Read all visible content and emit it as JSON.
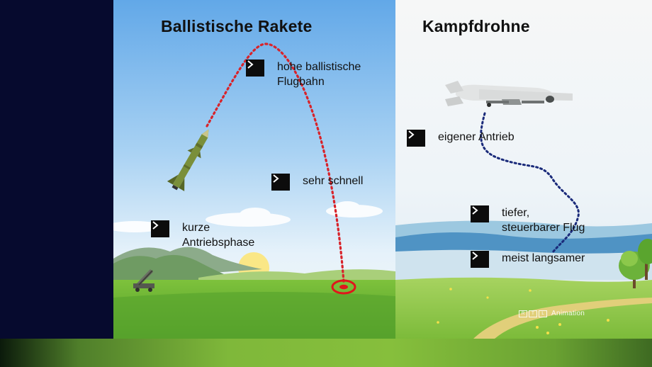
{
  "left_panel": {
    "title": "Ballistische Rakete",
    "labels": [
      {
        "text": "hohe ballistische\nFlugbahn"
      },
      {
        "text": "sehr schnell"
      },
      {
        "text": "kurze\nAntriebsphase"
      }
    ]
  },
  "right_panel": {
    "title": "Kampfdrohne",
    "labels": [
      {
        "text": "eigener Antrieb"
      },
      {
        "text": "tiefer,\nsteuerbarer Flug"
      },
      {
        "text": "meist langsamer"
      }
    ],
    "watermark": {
      "letters": [
        "R",
        "T",
        "L"
      ],
      "text": "Animation"
    }
  },
  "icons": {
    "label_marker": "chevron-right-icon",
    "missile": "missile-icon",
    "drone": "drone-icon",
    "launcher": "missile-launcher-icon",
    "target": "target-ring-icon"
  },
  "colors": {
    "background": "#060a2e",
    "missile_trajectory": "#d8232a",
    "drone_path": "#1a2a7a",
    "target_ring": "#e0161c",
    "label_box": "#0c0c0c"
  }
}
